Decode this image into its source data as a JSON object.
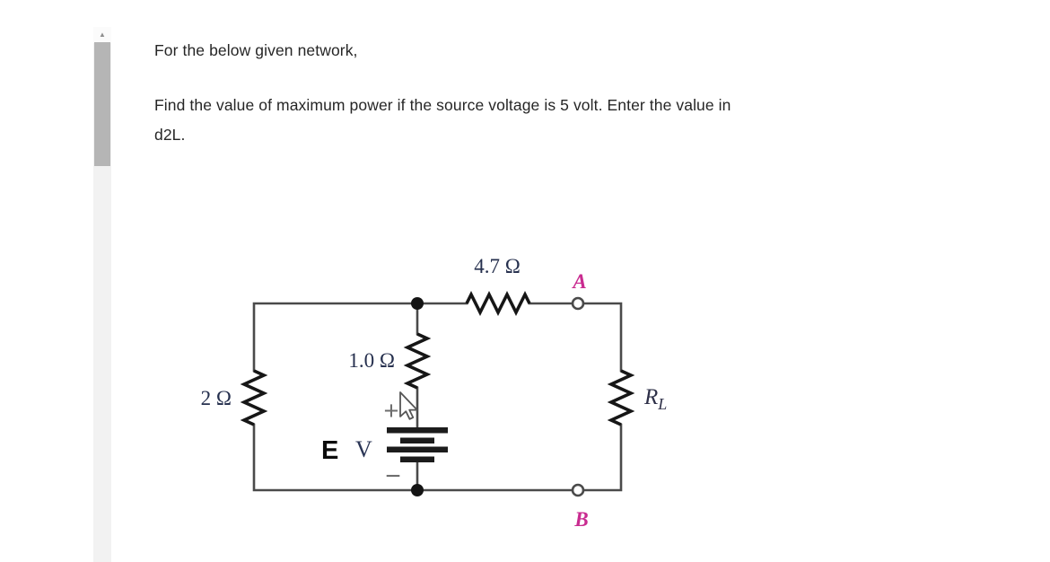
{
  "question": {
    "line1": "For the below given network,",
    "line2": "Find the value of maximum power if the source voltage is 5 volt. Enter the value in",
    "line3": "d2L."
  },
  "icons": {
    "scroll_up_arrow": "▲"
  },
  "circuit": {
    "resistor_top_label": "4.7 Ω",
    "resistor_middle_label": "1.0 Ω",
    "resistor_left_label": "2 Ω",
    "load_label_main": "R",
    "load_label_sub": "L",
    "source_label_e": "E",
    "source_label_v": "V",
    "plus_sign": "+",
    "minus_sign": "−",
    "terminal_a_label": "A",
    "terminal_b_label": "B"
  },
  "colors": {
    "terminal_accent": "#c92b90",
    "value_label": "#26304e",
    "load_label": "#2e3048",
    "source_v": "#2b3656",
    "sign_gray": "#6e6e6e",
    "wire": "#4a4a4a",
    "component": "#161616"
  }
}
